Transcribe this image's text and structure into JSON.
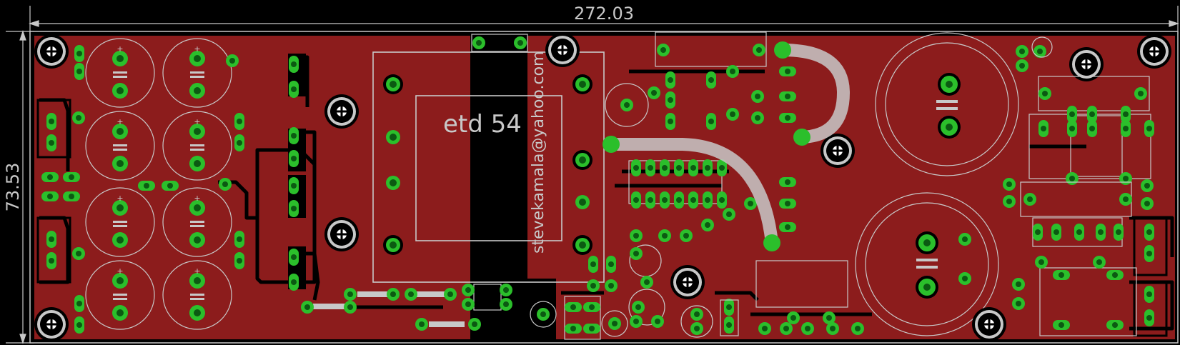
{
  "dimensions": {
    "width_label": "272.03",
    "height_label": "73.53"
  },
  "transformer": {
    "label": "etd 54"
  },
  "silkscreen": {
    "email": "stevekamala@yahoo.com"
  },
  "colors": {
    "background": "#000000",
    "copper": "#8c1c1c",
    "pad": "#2bbf2b",
    "drill": "#0b5a12",
    "silkscreen": "#c8c8c8",
    "trace": "#000000"
  }
}
